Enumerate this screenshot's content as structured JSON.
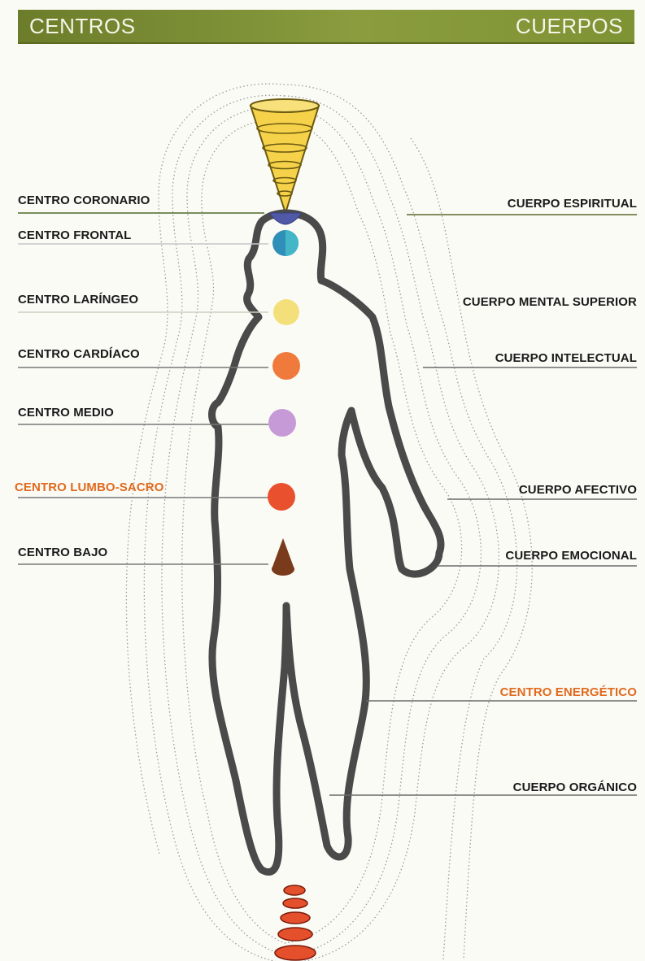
{
  "header": {
    "left": "CENTROS",
    "right": "CUERPOS"
  },
  "centros": [
    {
      "label": "CENTRO CORONARIO",
      "color": "#4f59a8"
    },
    {
      "label": "CENTRO FRONTAL",
      "color": "#2f8fb8"
    },
    {
      "label": "CENTRO LARÍNGEO",
      "color": "#f3e07a"
    },
    {
      "label": "CENTRO CARDÍACO",
      "color": "#ef7a3c"
    },
    {
      "label": "CENTRO MEDIO",
      "color": "#c69ad6"
    },
    {
      "label": "CENTRO LUMBO-SACRO",
      "color": "#e9502e",
      "highlight": true
    },
    {
      "label": "CENTRO BAJO",
      "color": "#7a3a1c"
    }
  ],
  "cuerpos": [
    {
      "label": "CUERPO ESPIRITUAL"
    },
    {
      "label": "CUERPO MENTAL SUPERIOR"
    },
    {
      "label": "CUERPO INTELECTUAL"
    },
    {
      "label": "CUERPO AFECTIVO"
    },
    {
      "label": "CUERPO EMOCIONAL"
    },
    {
      "label": "CENTRO ENERGÉTICO",
      "highlight": true
    },
    {
      "label": "CUERPO ORGÁNICO"
    }
  ],
  "colors": {
    "header": "#7e9334",
    "outline": "#4a4a4a",
    "cone": "#f6d24a",
    "feet": "#e5502c",
    "highlight_text": "#e06a1e"
  }
}
